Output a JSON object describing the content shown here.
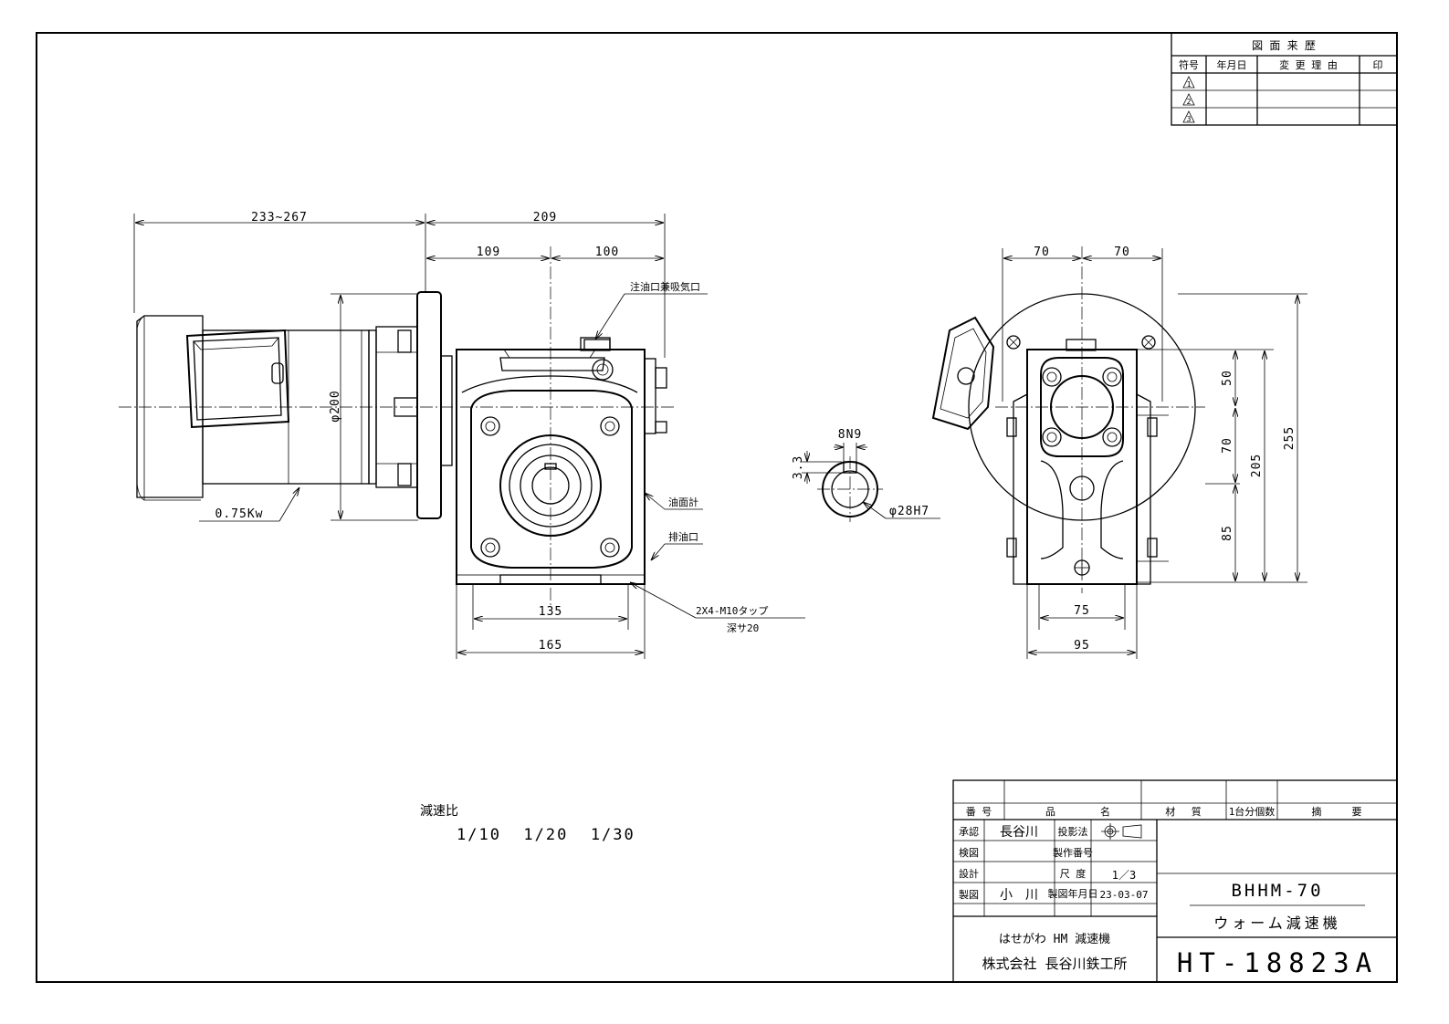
{
  "revision_table": {
    "title": "図 面 来 歴",
    "headers": [
      "符号",
      "年月日",
      "変 更 理 由",
      "印"
    ],
    "symbols": [
      "1",
      "2",
      "3"
    ]
  },
  "dimensions": {
    "overall_motor": "233~267",
    "gear_length": "209",
    "gear_left": "109",
    "gear_right": "100",
    "flange_dia": "φ200",
    "motor_power": "0.75Kw",
    "base_inner": "135",
    "base_outer": "165",
    "key_width": "8N9",
    "key_depth": "3.3",
    "bore": "φ28H7",
    "side_left": "70",
    "side_right": "70",
    "h50": "50",
    "h70": "70",
    "h85": "85",
    "h205": "205",
    "h255": "255",
    "foot_inner": "75",
    "foot_outer": "95"
  },
  "labels": {
    "oil_inlet": "注油口兼吸気口",
    "oil_gauge": "油面計",
    "drain": "排油口",
    "tap": "2X4-M10タップ",
    "tap_depth": "深サ20"
  },
  "reduction": {
    "title": "減速比",
    "ratios": "1/10  1/20  1/30"
  },
  "title_block": {
    "col_no": "番 号",
    "col_name_1": "品",
    "col_name_2": "名",
    "col_material": "材　 質",
    "col_qty": "1台分個数",
    "col_remarks": "摘　　　要",
    "approve": "承認",
    "approver": "長谷川",
    "projection": "投影法",
    "check": "検図",
    "mfg_no": "製作番号",
    "design": "設計",
    "scale_label": "尺 度",
    "scale_value": "1／3",
    "draw": "製図",
    "drafter": "小　川",
    "date_label": "製図年月日",
    "date": "23-03-07",
    "model": "BHHM-70",
    "product": "ウォーム減速機",
    "company_line1": "はせがわ HM 減速機",
    "company_line2": "株式会社 長谷川鉄工所",
    "drawing_no": "HT-18823A"
  }
}
